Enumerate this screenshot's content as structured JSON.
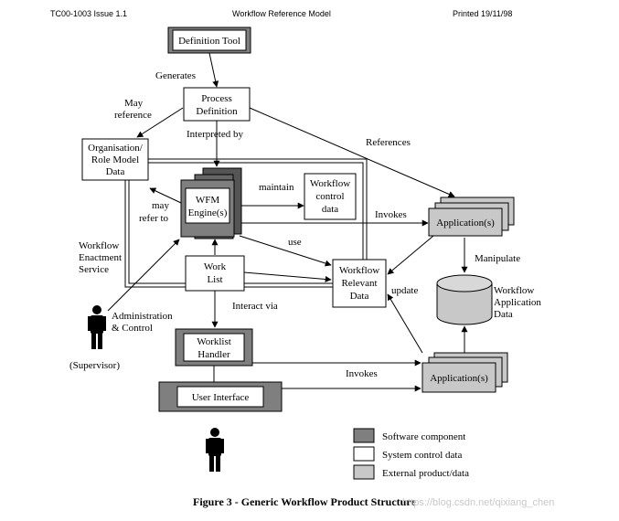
{
  "header": {
    "left": "TC00-1003 Issue 1.1",
    "center": "Workflow Reference Model",
    "right": "Printed 19/11/98"
  },
  "colors": {
    "software_component": "#7f7f7f",
    "system_control_data": "#ffffff",
    "external_product": "#c8c8c8",
    "line": "#000000"
  },
  "nodes": {
    "definition_tool": "Definition Tool",
    "process_definition": [
      "Process",
      "Definition"
    ],
    "org_role_model": [
      "Organisation/",
      "Role Model",
      "Data"
    ],
    "wfm_engine": [
      "WFM",
      "Engine(s)"
    ],
    "workflow_control_data": [
      "Workflow",
      "control",
      "data"
    ],
    "work_list": [
      "Work",
      "List"
    ],
    "workflow_relevant_data": [
      "Workflow",
      "Relevant",
      "Data"
    ],
    "application_top": "Application(s)",
    "application_bottom": "Application(s)",
    "workflow_application_data": [
      "Workflow",
      "Application",
      "Data"
    ],
    "worklist_handler": [
      "Worklist",
      "Handler"
    ],
    "user_interface": "User Interface"
  },
  "labels": {
    "generates": "Generates",
    "may_reference": [
      "May",
      "reference"
    ],
    "interpreted_by": "Interpreted by",
    "references": "References",
    "maintain": "maintain",
    "may_refer_to": [
      "may",
      "refer to"
    ],
    "invokes_top": "Invokes",
    "use": "use",
    "manipulate": "Manipulate",
    "update": "update",
    "interact_via": "Interact via",
    "invokes_bottom": "Invokes",
    "enactment_service": [
      "Workflow",
      "Enactment",
      "Service"
    ],
    "admin_control": [
      "Administration",
      "& Control"
    ],
    "supervisor": "(Supervisor)"
  },
  "legend": [
    {
      "label": "Software component"
    },
    {
      "label": "System control data"
    },
    {
      "label": "External product/data"
    }
  ],
  "caption": "Figure 3 - Generic Workflow Product Structure",
  "watermark": "https://blog.csdn.net/qixiang_chen"
}
